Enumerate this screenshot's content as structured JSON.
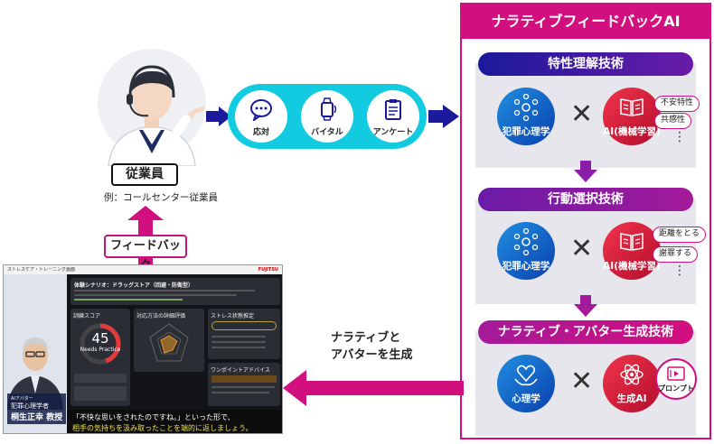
{
  "employee": {
    "label": "従業員",
    "example": "例：コールセンター従業員"
  },
  "feedback_label": "フィードバック",
  "inputs": [
    {
      "label": "応対",
      "icon": "chat-bubble-icon"
    },
    {
      "label": "バイタル",
      "icon": "smartwatch-icon"
    },
    {
      "label": "アンケート",
      "icon": "clipboard-icon"
    }
  ],
  "panel": {
    "title": "ナラティブフィードバックAI",
    "stages": [
      {
        "title": "特性理解技術",
        "left": "犯罪心理学",
        "right": "AI(機械学習)",
        "tags": [
          "不安特性",
          "共感性"
        ]
      },
      {
        "title": "行動選択技術",
        "left": "犯罪心理学",
        "right": "AI(機械学習)",
        "tags": [
          "距離をとる",
          "謝罪する"
        ]
      },
      {
        "title": "ナラティブ・アバター生成技術",
        "left": "心理学",
        "right": "生成AI",
        "tags": [
          "プロンプト"
        ]
      }
    ],
    "cross_symbol": "✕",
    "ellipsis": "⋮"
  },
  "narrative_label": [
    "ナラティブと",
    "アバターを生成"
  ],
  "screenshot": {
    "header": "ストレスケア・トレーニング画面",
    "brand": "FUJITSU",
    "scenario_title": "体験シナリオ：ドラッグストア（回避・防衛型）",
    "score_label": "訓練スコア",
    "score_value": "45",
    "score_status": "Needs Practice",
    "eval_label": "対応方法の詳細評価",
    "stress_label": "ストレス状態推定",
    "advice_label": "ワンポイントアドバイス",
    "avatar_caption": [
      "AIアバター",
      "犯罪心理学者",
      "桐生正幸 教授"
    ],
    "subtitle_lines": [
      "「不快な思いをされたのですね。」といった形で、",
      "相手の気持ちを汲み取ったことを端的に返しましょう。"
    ]
  },
  "colors": {
    "magenta": "#d20f7e",
    "cyan": "#12cbe0",
    "navy": "#1a1a9a",
    "purple": "#8a1ea8"
  }
}
